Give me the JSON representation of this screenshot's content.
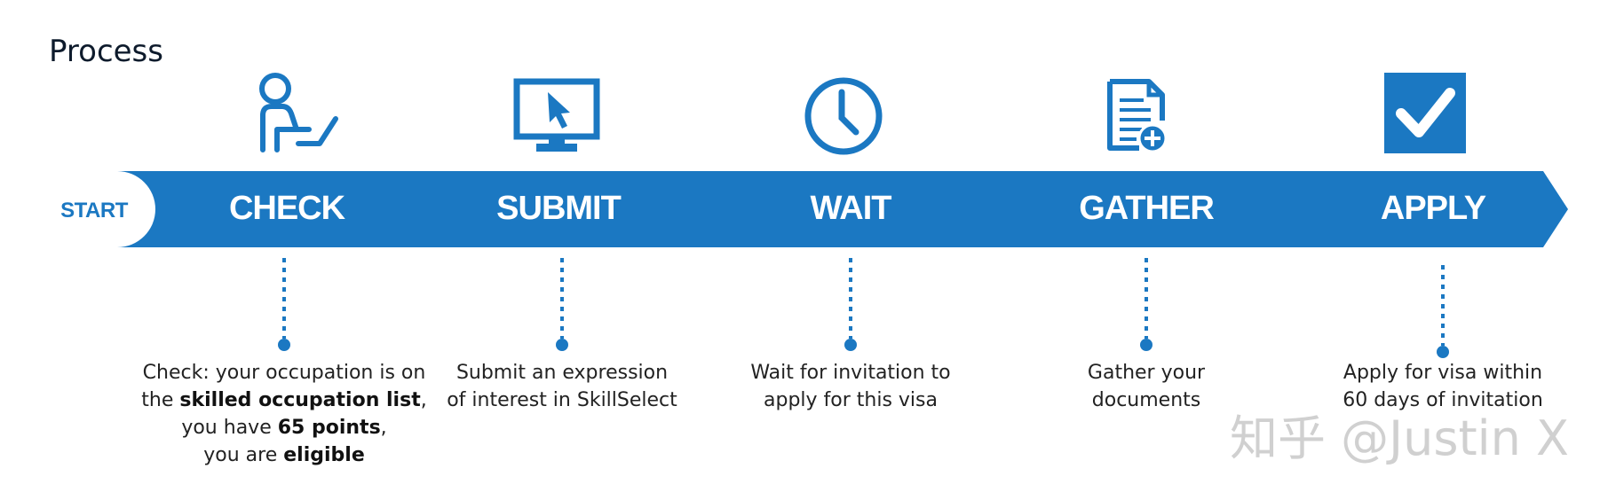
{
  "title": "Process",
  "start_label": "START",
  "colors": {
    "accent": "#1b78c2",
    "text": "#222222",
    "title": "#0e1b2c"
  },
  "steps": [
    {
      "label": "CHECK",
      "icon": "person-laptop-icon",
      "description": [
        [
          {
            "t": "Check: your occupation is on",
            "b": false
          }
        ],
        [
          {
            "t": "the ",
            "b": false
          },
          {
            "t": "skilled occupation list",
            "b": true
          },
          {
            "t": ",",
            "b": false
          }
        ],
        [
          {
            "t": "you have ",
            "b": false
          },
          {
            "t": "65 points",
            "b": true
          },
          {
            "t": ",",
            "b": false
          }
        ],
        [
          {
            "t": "you are ",
            "b": false
          },
          {
            "t": "eligible",
            "b": true
          }
        ]
      ]
    },
    {
      "label": "SUBMIT",
      "icon": "monitor-cursor-icon",
      "description": [
        [
          {
            "t": "Submit an expression",
            "b": false
          }
        ],
        [
          {
            "t": "of interest in SkillSelect",
            "b": false
          }
        ]
      ]
    },
    {
      "label": "WAIT",
      "icon": "clock-icon",
      "description": [
        [
          {
            "t": "Wait for invitation to",
            "b": false
          }
        ],
        [
          {
            "t": "apply for this visa",
            "b": false
          }
        ]
      ]
    },
    {
      "label": "GATHER",
      "icon": "document-add-icon",
      "description": [
        [
          {
            "t": "Gather your",
            "b": false
          }
        ],
        [
          {
            "t": "documents",
            "b": false
          }
        ]
      ]
    },
    {
      "label": "APPLY",
      "icon": "checkbox-icon",
      "description": [
        [
          {
            "t": "Apply for visa within",
            "b": false
          }
        ],
        [
          {
            "t": "60 days of invitation",
            "b": false
          }
        ]
      ]
    }
  ],
  "watermark": "知乎 @Justin X"
}
